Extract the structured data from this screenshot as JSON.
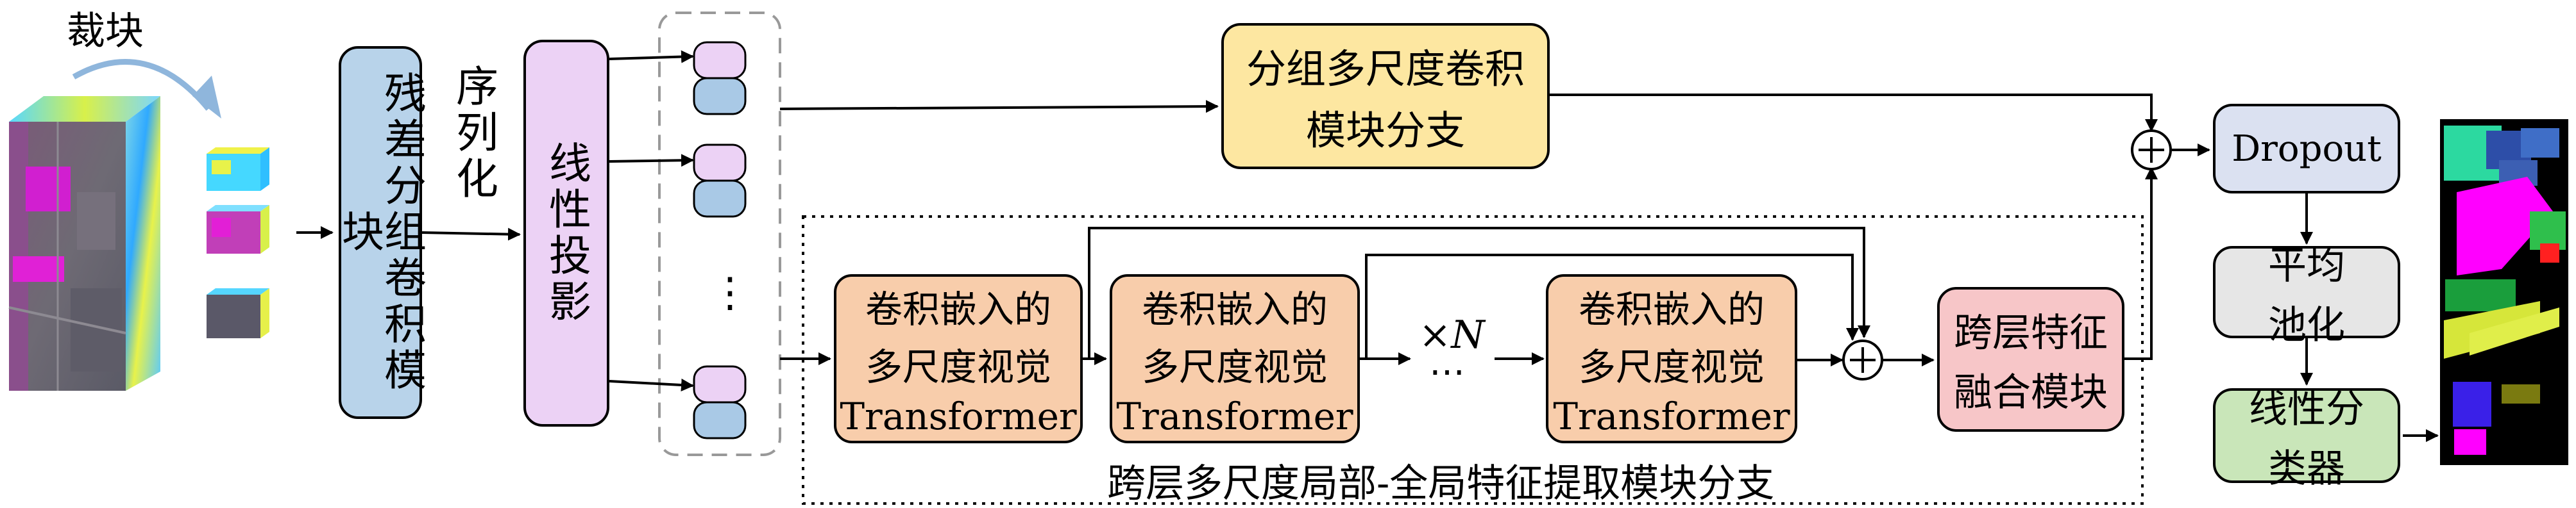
{
  "labels": {
    "crop": "裁块",
    "residual_block": "残差分组卷积模块",
    "serialize": "序列化",
    "linear_projection": "线性投影",
    "vdots": "⋮",
    "group_branch": [
      "分组多尺度卷积",
      "模块分支"
    ],
    "transformer_block": [
      "卷积嵌入的",
      "多尺度视觉",
      "Transformer"
    ],
    "repeat": "×",
    "repeat_var": "N",
    "hdots": "⋯",
    "fusion": [
      "跨层特征",
      "融合模块"
    ],
    "local_global_branch": "跨层多尺度局部-全局特征提取模块分支",
    "dropout": "Dropout",
    "avgpool": [
      "平均",
      "池化"
    ],
    "classifier": [
      "线性分",
      "类器"
    ],
    "plus": "+"
  },
  "colors": {
    "blue_box": "#b8d3ea",
    "purple_box": "#ecd2f5",
    "yellow_box": "#fde7a1",
    "orange_box": "#f8cdab",
    "pink_box": "#f7c6c8",
    "dropout_box": "#dbe1f1",
    "pool_box": "#e6e6e6",
    "classifier_box": "#c9e6b9"
  }
}
